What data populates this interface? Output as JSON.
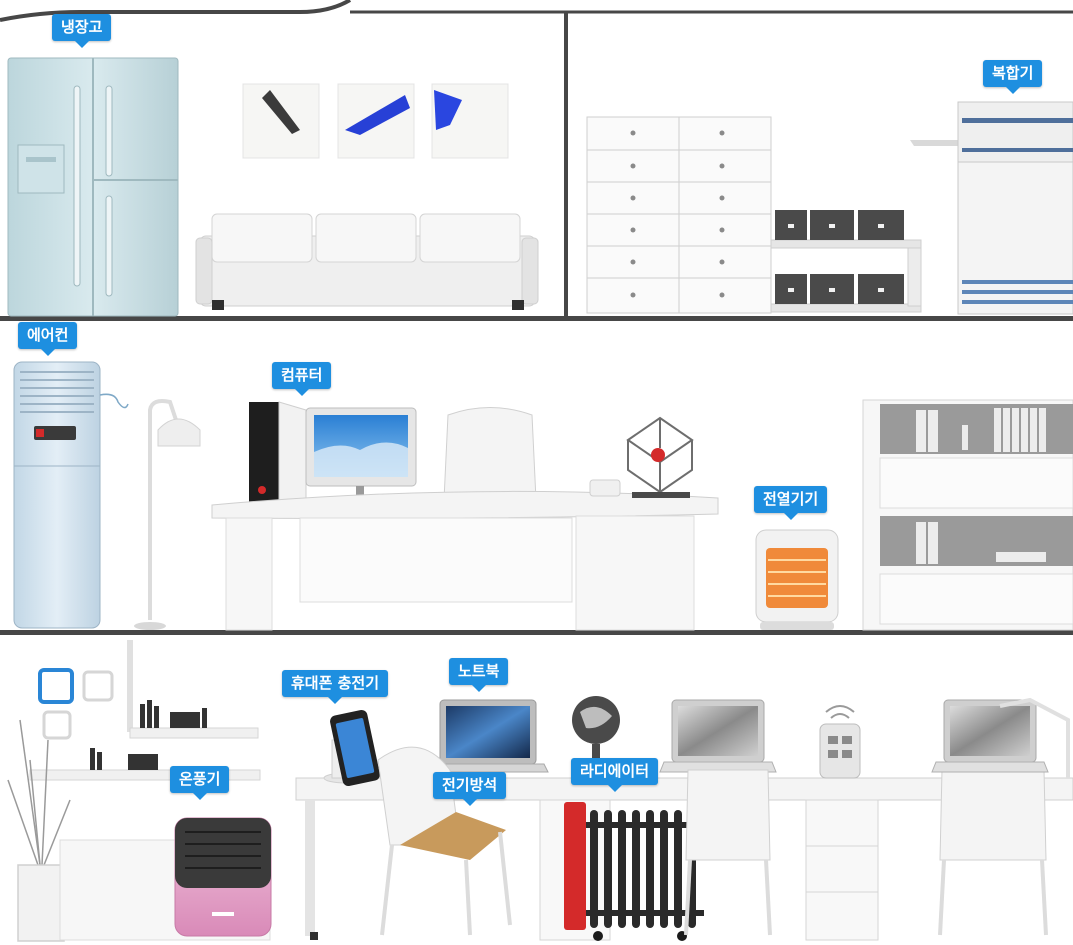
{
  "labels": {
    "refrigerator": "냉장고",
    "multifunction_printer": "복합기",
    "air_conditioner": "에어컨",
    "computer": "컴퓨터",
    "electric_heater": "전열기기",
    "phone_charger": "휴대폰 충전기",
    "laptop": "노트북",
    "fan_heater": "온풍기",
    "electric_mat": "전기방석",
    "radiator": "라디에이터"
  },
  "colors": {
    "label_bg": "#1e8fe0",
    "divider": "#474747",
    "fridge": "#c7dde2",
    "air_conditioner": "#d3e4ef",
    "fan_heater_body": "#e6a9cc",
    "radiator": "#d42a2a",
    "heater_glow": "#f08a3a"
  }
}
